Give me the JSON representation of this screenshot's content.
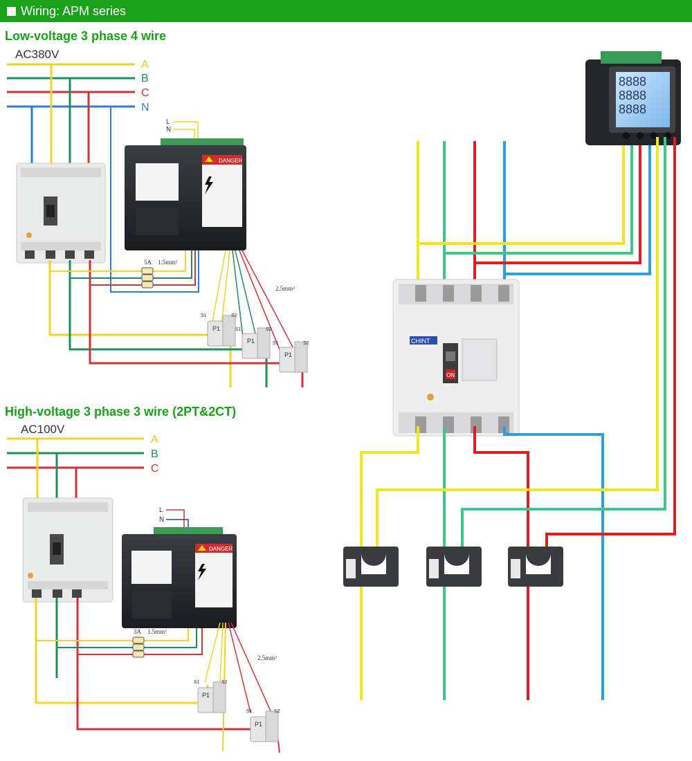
{
  "header": {
    "title": "Wiring: APM series"
  },
  "sections": {
    "low": {
      "title": "Low-voltage 3 phase 4 wire",
      "voltage": "AC380V",
      "phases": [
        "A",
        "B",
        "C",
        "N"
      ],
      "fuse_label": "5A",
      "fuse_wire": "1.5mm²",
      "ct_wire": "2.5mm²",
      "power_L": "L",
      "power_N": "N"
    },
    "high": {
      "title": "High-voltage 3 phase 3 wire (2PT&2CT)",
      "voltage": "AC100V",
      "phases": [
        "A",
        "B",
        "C"
      ],
      "fuse_label": "3A",
      "fuse_wire": "1.5mm²",
      "ct_wire": "2.5mm²",
      "power_L": "L",
      "power_N": "N"
    }
  },
  "labels": {
    "ct_p1": "P1",
    "ct_s1": "S1",
    "ct_s2": "S2",
    "danger": "DANGER",
    "breaker_brand": "CHINT",
    "breaker_on": "ON",
    "display_digits": [
      "8888",
      "8888",
      "8888"
    ]
  },
  "colors": {
    "header_green": "#1aa11a",
    "phase_A": "#f2d12a",
    "phase_B": "#1f8f5a",
    "phase_C": "#d2323a",
    "phase_N": "#2a7fd4",
    "right_yellow": "#f4e520",
    "right_green": "#3fc68a",
    "right_red": "#e41c1c",
    "right_blue": "#2b9fe0"
  }
}
